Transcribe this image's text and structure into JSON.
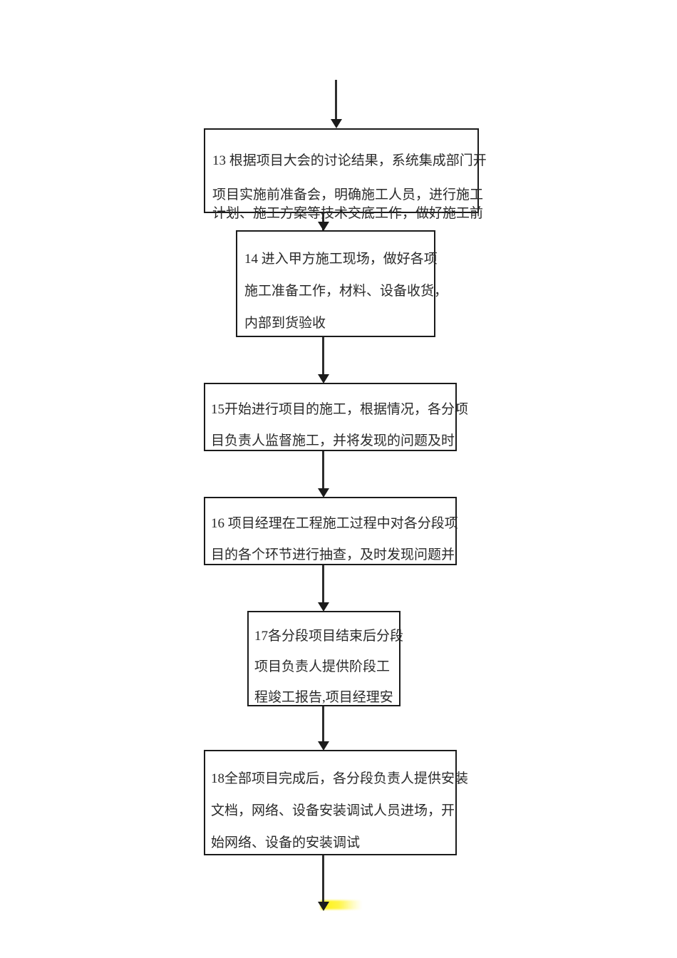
{
  "document": {
    "type": "flowchart",
    "title": "",
    "orientation": "top-to-bottom",
    "page_background": "#ffffff",
    "line_color": "#1b1b1b",
    "text_color": "#2a2a2a"
  },
  "nodes": [
    {
      "id": "node-13",
      "number": "13",
      "lines": [
        "13 根据项目大会的讨论结果，系统集成部门开",
        "项目实施前准备会，明确施工人员，进行施工",
        "计划、施工方案等技术交底工作，做好施工前"
      ],
      "full_text": "13 根据项目大会的讨论结果，系统集成部门开项目实施前准备会，明确施工人员，进行施工计划、施工方案等技术交底工作，做好施工前"
    },
    {
      "id": "node-14",
      "number": "14",
      "lines": [
        "14 进入甲方施工现场，做好各项",
        "施工准备工作，材料、设备收货，",
        "内部到货验收"
      ],
      "full_text": "14 进入甲方施工现场，做好各项施工准备工作，材料、设备收货，内部到货验收"
    },
    {
      "id": "node-15",
      "number": "15",
      "lines": [
        "15开始进行项目的施工，根据情况，各分项",
        "目负责人监督施工，并将发现的问题及时"
      ],
      "full_text": "15开始进行项目的施工，根据情况，各分项目负责人监督施工，并将发现的问题及时"
    },
    {
      "id": "node-16",
      "number": "16",
      "lines": [
        "16 项目经理在工程施工过程中对各分段项",
        "目的各个环节进行抽查，及时发现问题并"
      ],
      "full_text": "16 项目经理在工程施工过程中对各分段项目的各个环节进行抽查，及时发现问题并"
    },
    {
      "id": "node-17",
      "number": "17",
      "lines": [
        "17各分段项目结束后分段",
        "项目负责人提供阶段工",
        "程竣工报告,项目经理安"
      ],
      "full_text": "17各分段项目结束后分段项目负责人提供阶段工程竣工报告,项目经理安"
    },
    {
      "id": "node-18",
      "number": "18",
      "lines": [
        "18全部项目完成后，各分段负责人提供安装",
        "文档，网络、设备安装调试人员进场，开",
        "始网络、设备的安装调试"
      ],
      "full_text": "18全部项目完成后，各分段负责人提供安装文档，网络、设备安装调试人员进场，开始网络、设备的安装调试"
    }
  ],
  "connectors": [
    {
      "id": "arrow-into-node-13",
      "from": "page-top",
      "to": "node-13"
    },
    {
      "id": "arrow-node13-node14",
      "from": "node-13",
      "to": "node-14"
    },
    {
      "id": "arrow-node14-node15",
      "from": "node-14",
      "to": "node-15"
    },
    {
      "id": "arrow-node15-node16",
      "from": "node-15",
      "to": "node-16"
    },
    {
      "id": "arrow-node16-node17",
      "from": "node-16",
      "to": "node-17"
    },
    {
      "id": "arrow-node17-node18",
      "from": "node-17",
      "to": "node-18"
    },
    {
      "id": "arrow-out-of-node-18",
      "from": "node-18",
      "to": "page-bottom"
    }
  ],
  "artifact": {
    "id": "yellow-highlight-smudge",
    "color": "#fff000",
    "text": ""
  }
}
